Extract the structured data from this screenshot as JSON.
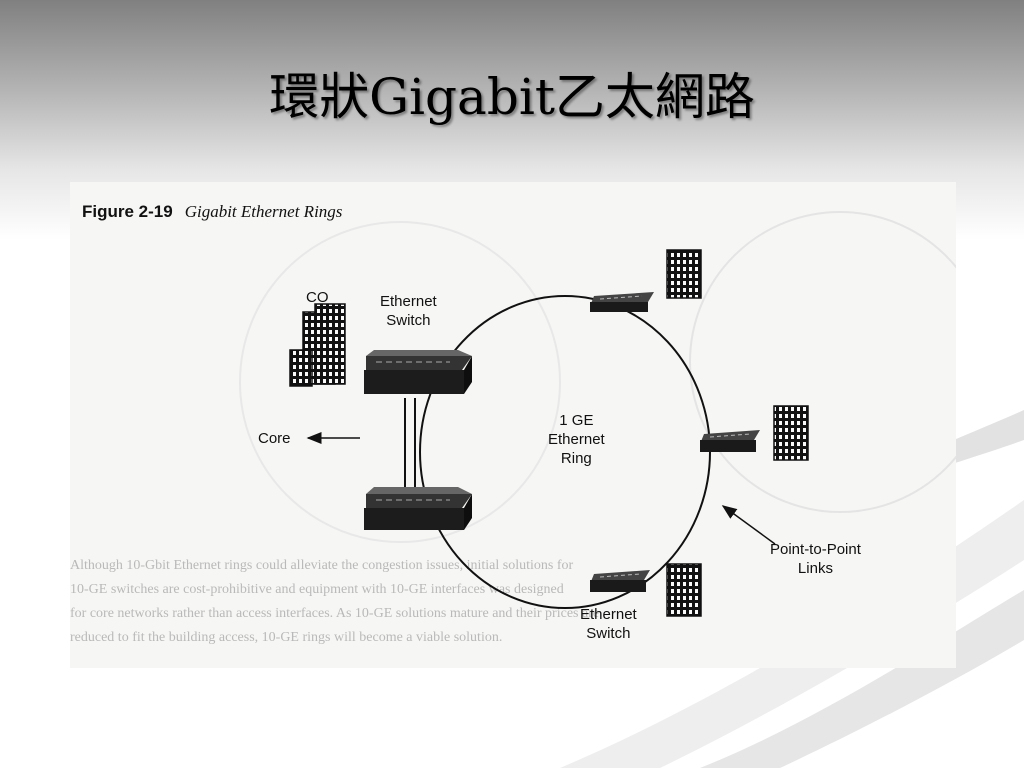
{
  "slide": {
    "title": "環狀Gigabit乙太網路"
  },
  "figure": {
    "number": "Figure 2-19",
    "caption": "Gigabit Ethernet Rings",
    "labels": {
      "co": "CO",
      "ethernet_switch_top_line1": "Ethernet",
      "ethernet_switch_top_line2": "Switch",
      "core": "Core",
      "ring_line1": "1 GE",
      "ring_line2": "Ethernet",
      "ring_line3": "Ring",
      "ptp_line1": "Point-to-Point",
      "ptp_line2": "Links",
      "ethernet_switch_bottom_line1": "Ethernet",
      "ethernet_switch_bottom_line2": "Switch"
    },
    "bleed_through_text": [
      "Although 10-Gbit Ethernet rings could alleviate the congestion issues, initial solutions for",
      "10-GE switches are cost-prohibitive and equipment with 10-GE interfaces was designed",
      "for core networks rather than access interfaces. As 10-GE solutions mature and their prices are",
      "reduced to fit the building access, 10-GE rings will become a viable solution."
    ]
  }
}
